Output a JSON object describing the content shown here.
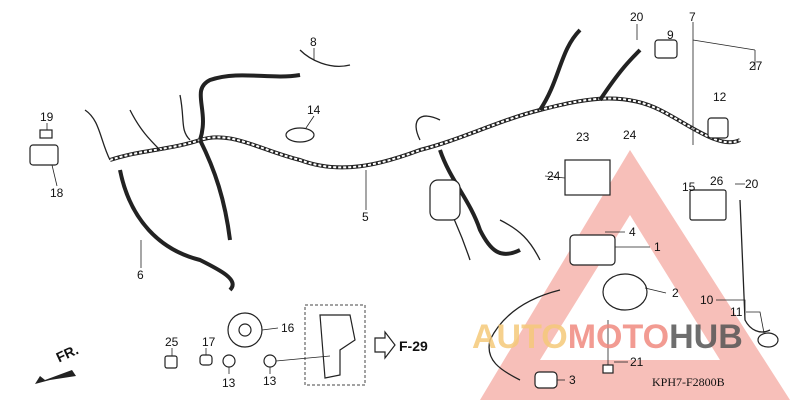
{
  "diagram": {
    "code": "KPH7-F2800B",
    "reference": "F-29",
    "direction_label": "FR.",
    "watermark": {
      "text_a": "AUTO",
      "text_b": "MOTO",
      "text_c": "HUB",
      "color_a": "#f5c97a",
      "color_b": "#f08a80",
      "color_c": "#555555"
    },
    "callouts": [
      "20",
      "7",
      "8",
      "9",
      "27",
      "12",
      "19",
      "14",
      "18",
      "23",
      "24",
      "26",
      "20",
      "15",
      "24",
      "5",
      "4",
      "1",
      "6",
      "2",
      "16",
      "25",
      "17",
      "10",
      "11",
      "13",
      "13",
      "21",
      "3"
    ]
  }
}
